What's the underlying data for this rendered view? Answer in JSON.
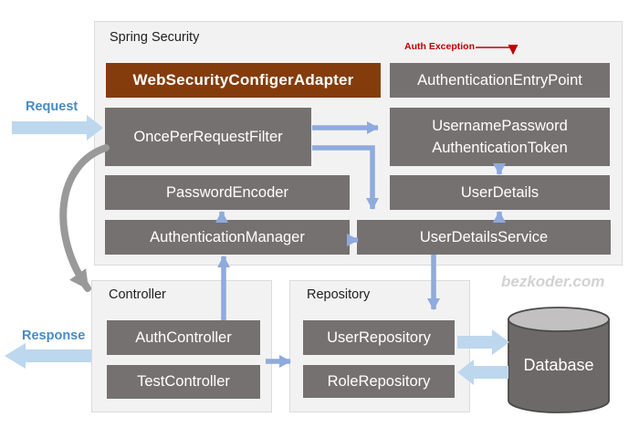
{
  "diagram": {
    "watermark": "bezkoder.com",
    "request_label": "Request",
    "response_label": "Response",
    "auth_exception_label": "Auth Exception",
    "spring_security": {
      "title": "Spring Security",
      "web_adapter": "WebSecurityConfigerAdapter",
      "entry_point": "AuthenticationEntryPoint",
      "filter": "OncePerRequestFilter",
      "token_line1": "UsernamePassword",
      "token_line2": "AuthenticationToken",
      "password_encoder": "PasswordEncoder",
      "user_details": "UserDetails",
      "auth_manager": "AuthenticationManager",
      "user_details_service": "UserDetailsService"
    },
    "controller": {
      "title": "Controller",
      "auth_controller": "AuthController",
      "test_controller": "TestController"
    },
    "repository": {
      "title": "Repository",
      "user_repository": "UserRepository",
      "role_repository": "RoleRepository"
    },
    "database": {
      "label": "Database"
    },
    "colors": {
      "box_gray": "#767171",
      "box_brown": "#843C0C",
      "arrow_blue": "#8FAADC",
      "arrow_light_blue": "#BDD7EE",
      "label_blue": "#4A8AC4",
      "exception_red": "#C00000",
      "container_bg": "#F2F2F2",
      "container_border": "#DBDBDB",
      "curve_gray": "#999999",
      "watermark_gray": "#D2D2D2",
      "db_body": "#6D6968",
      "db_top": "#C2C0C0",
      "db_stroke": "#4A4A4A"
    }
  }
}
